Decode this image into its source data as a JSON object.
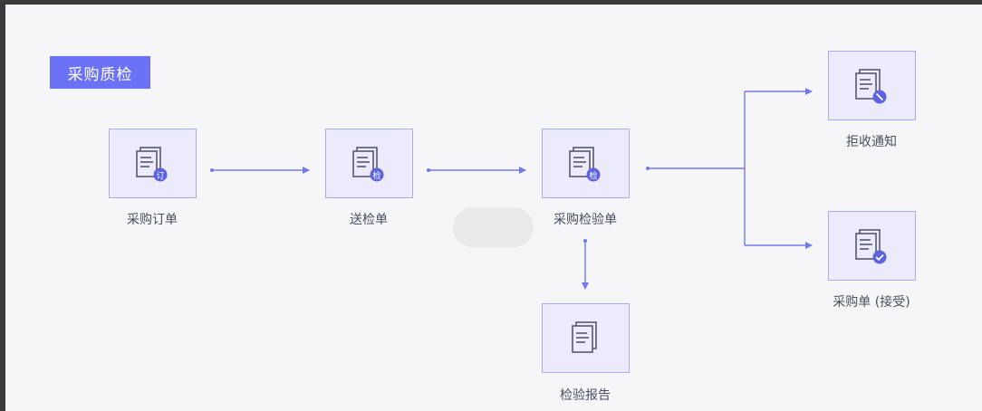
{
  "title": "采购质检",
  "colors": {
    "accent": "#6b72f6",
    "node_fill": "#ebebfb",
    "node_border": "#a9acf2",
    "icon": "#55596a",
    "badge": "#5d63e0",
    "arrow": "#7378ee",
    "text": "#4a4e60"
  },
  "nodes": {
    "purchase_order": {
      "label": "采购订单",
      "icon": "document-icon",
      "badge_text": "订"
    },
    "inspection_request": {
      "label": "送检单",
      "icon": "document-icon",
      "badge_text": "检"
    },
    "purchase_inspection": {
      "label": "采购检验单",
      "icon": "document-icon",
      "badge_text": "检"
    },
    "rejection_notice": {
      "label": "拒收通知",
      "icon": "document-icon",
      "badge": "reject-icon"
    },
    "purchase_accepted": {
      "label": "采购单 (接受)",
      "icon": "document-icon",
      "badge": "check-icon"
    },
    "inspection_report": {
      "label": "检验报告",
      "icon": "document-icon"
    }
  }
}
